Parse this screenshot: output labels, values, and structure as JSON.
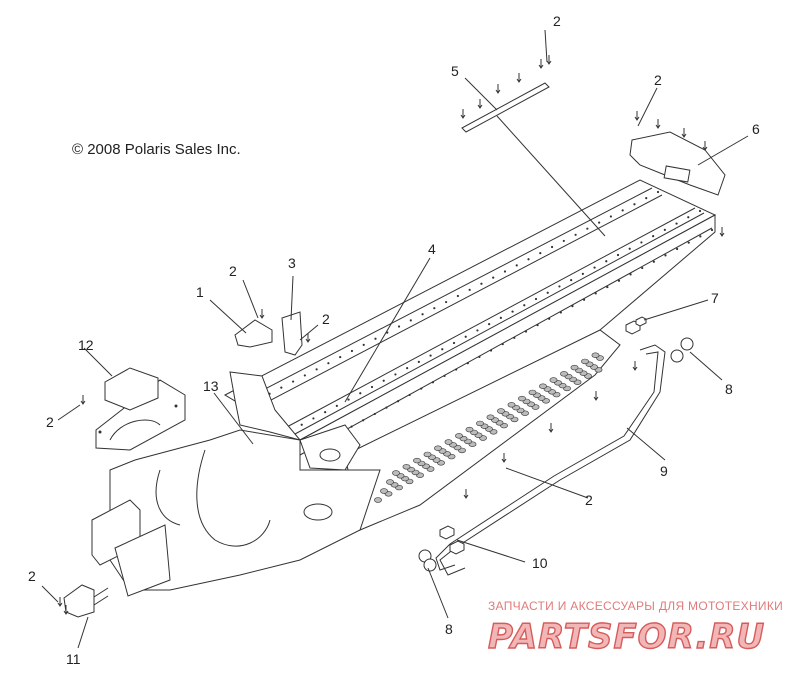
{
  "copyright": "© 2008 Polaris Sales Inc.",
  "callouts": [
    "1",
    "2",
    "3",
    "4",
    "5",
    "6",
    "7",
    "8",
    "9",
    "10",
    "11",
    "12",
    "13"
  ],
  "callout_labels": {
    "c1": "1",
    "c2a": "2",
    "c2b": "2",
    "c2c": "2",
    "c2d": "2",
    "c2e": "2",
    "c2f": "2",
    "c2g": "2",
    "c3": "3",
    "c4": "4",
    "c5": "5",
    "c6": "6",
    "c7": "7",
    "c8a": "8",
    "c8b": "8",
    "c9": "9",
    "c10": "10",
    "c11": "11",
    "c12": "12",
    "c13": "13"
  },
  "watermark": {
    "small": "ЗАПЧАСТИ И АКСЕССУАРЫ ДЛЯ МОТОТЕХНИКИ",
    "big": "PARTSFOR.RU",
    "color": "#e07b7b"
  }
}
